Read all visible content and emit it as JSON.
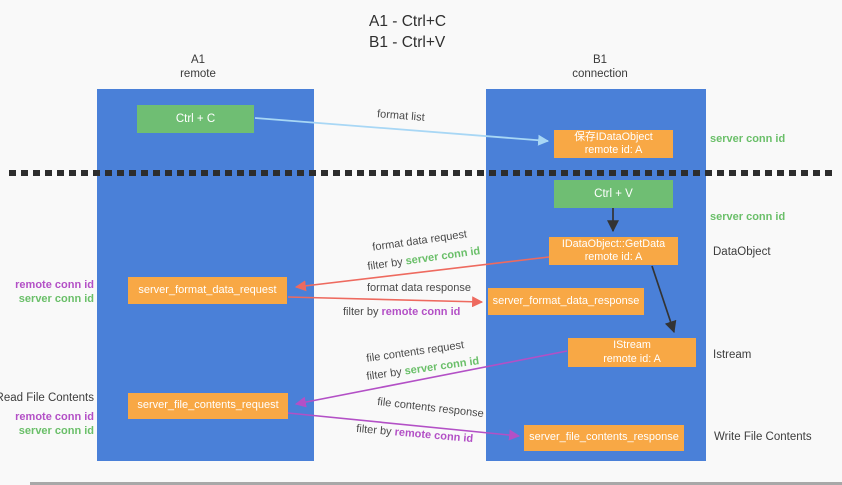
{
  "title": {
    "line1": "A1 - Ctrl+C",
    "line2": "B1 - Ctrl+V"
  },
  "lanes": {
    "left": {
      "name": "A1",
      "role": "remote"
    },
    "right": {
      "name": "B1",
      "role": "connection"
    }
  },
  "nodes": {
    "ctrl_c": {
      "label": "Ctrl + C"
    },
    "ctrl_v": {
      "label": "Ctrl + V"
    },
    "save_idataobject": {
      "line1": "保存IDataObject",
      "line2": "remote id: A"
    },
    "idataobject_getdata": {
      "line1": "IDataObject::GetData",
      "line2": "remote id: A"
    },
    "istream": {
      "line1": "IStream",
      "line2": "remote id: A"
    },
    "server_format_data_request": {
      "label": "server_format_data_request"
    },
    "server_format_data_response": {
      "label": "server_format_data_response"
    },
    "server_file_contents_request": {
      "label": "server_file_contents_request"
    },
    "server_file_contents_response": {
      "label": "server_file_contents_response"
    }
  },
  "arrows": {
    "format_list": {
      "label": "format list"
    },
    "format_data_request": {
      "label": "format data request",
      "filter_prefix": "filter by ",
      "filter_key": "server conn id"
    },
    "format_data_response": {
      "label": "format data response",
      "filter_prefix": "filter by ",
      "filter_key": "remote conn id"
    },
    "file_contents_request": {
      "label": "file contents request",
      "filter_prefix": "filter by ",
      "filter_key": "server conn id"
    },
    "file_contents_response": {
      "label": "file contents response",
      "filter_prefix": "filter by ",
      "filter_key": "remote conn id"
    }
  },
  "side_labels": {
    "right_server_conn_id_1": "server conn id",
    "right_server_conn_id_2": "server conn id",
    "right_dataobject": "DataObject",
    "right_istream": "Istream",
    "right_write_file_contents": "Write File Contents",
    "left_remote_conn_id_1": "remote conn id",
    "left_server_conn_id_1": "server conn id",
    "left_read_file_contents": "Read File Contents",
    "left_remote_conn_id_2": "remote conn id",
    "left_server_conn_id_2": "server conn id"
  },
  "colors": {
    "lane_blue": "#4a80d8",
    "node_green": "#6fbe73",
    "node_orange": "#f8a845",
    "arrow_light_blue": "#a8d7f5",
    "arrow_red": "#ee6a5f",
    "arrow_purple": "#b350c6",
    "arrow_black": "#333333",
    "label_green": "#6abf69",
    "label_purple": "#b350c6",
    "text_dark": "#3d3d3d"
  }
}
